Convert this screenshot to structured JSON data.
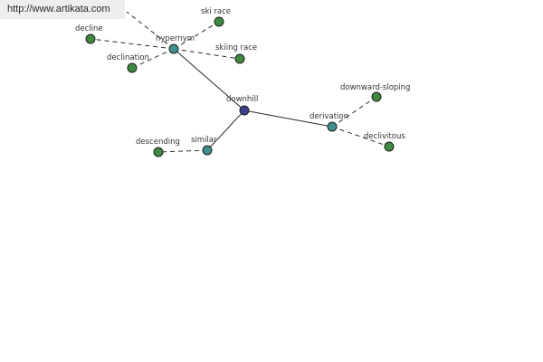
{
  "banner": {
    "url": "http://www.artikata.com"
  },
  "colors": {
    "center_node": "#3b3f8e",
    "relation_node": "#3f8f8f",
    "word_node": "#3f8a3f",
    "edge": "#2b2b2b"
  },
  "graph": {
    "nodes": [
      {
        "id": "downhill",
        "label": "downhill",
        "kind": "center"
      },
      {
        "id": "hypernym",
        "label": "hypernym",
        "kind": "relation"
      },
      {
        "id": "derivation",
        "label": "derivation",
        "kind": "relation"
      },
      {
        "id": "similar",
        "label": "similar",
        "kind": "relation"
      },
      {
        "id": "ski-race",
        "label": "ski race",
        "kind": "word"
      },
      {
        "id": "skiing-race",
        "label": "skiing race",
        "kind": "word"
      },
      {
        "id": "decline",
        "label": "decline",
        "kind": "word"
      },
      {
        "id": "declination",
        "label": "declination",
        "kind": "word"
      },
      {
        "id": "downward-sloping",
        "label": "downward-sloping",
        "kind": "word"
      },
      {
        "id": "declivitous",
        "label": "declivitous",
        "kind": "word"
      },
      {
        "id": "descending",
        "label": "descending",
        "kind": "word"
      }
    ],
    "edges": [
      {
        "from": "downhill",
        "to": "hypernym",
        "style": "solid"
      },
      {
        "from": "downhill",
        "to": "derivation",
        "style": "solid"
      },
      {
        "from": "downhill",
        "to": "similar",
        "style": "solid"
      },
      {
        "from": "hypernym",
        "to": "ski-race",
        "style": "dashed"
      },
      {
        "from": "hypernym",
        "to": "skiing-race",
        "style": "dashed"
      },
      {
        "from": "hypernym",
        "to": "decline",
        "style": "dashed"
      },
      {
        "from": "hypernym",
        "to": "declination",
        "style": "dashed"
      },
      {
        "from": "hypernym",
        "to": "offscreen",
        "style": "dashed"
      },
      {
        "from": "derivation",
        "to": "downward-sloping",
        "style": "dashed"
      },
      {
        "from": "derivation",
        "to": "declivitous",
        "style": "dashed"
      },
      {
        "from": "similar",
        "to": "descending",
        "style": "dashed"
      }
    ]
  }
}
